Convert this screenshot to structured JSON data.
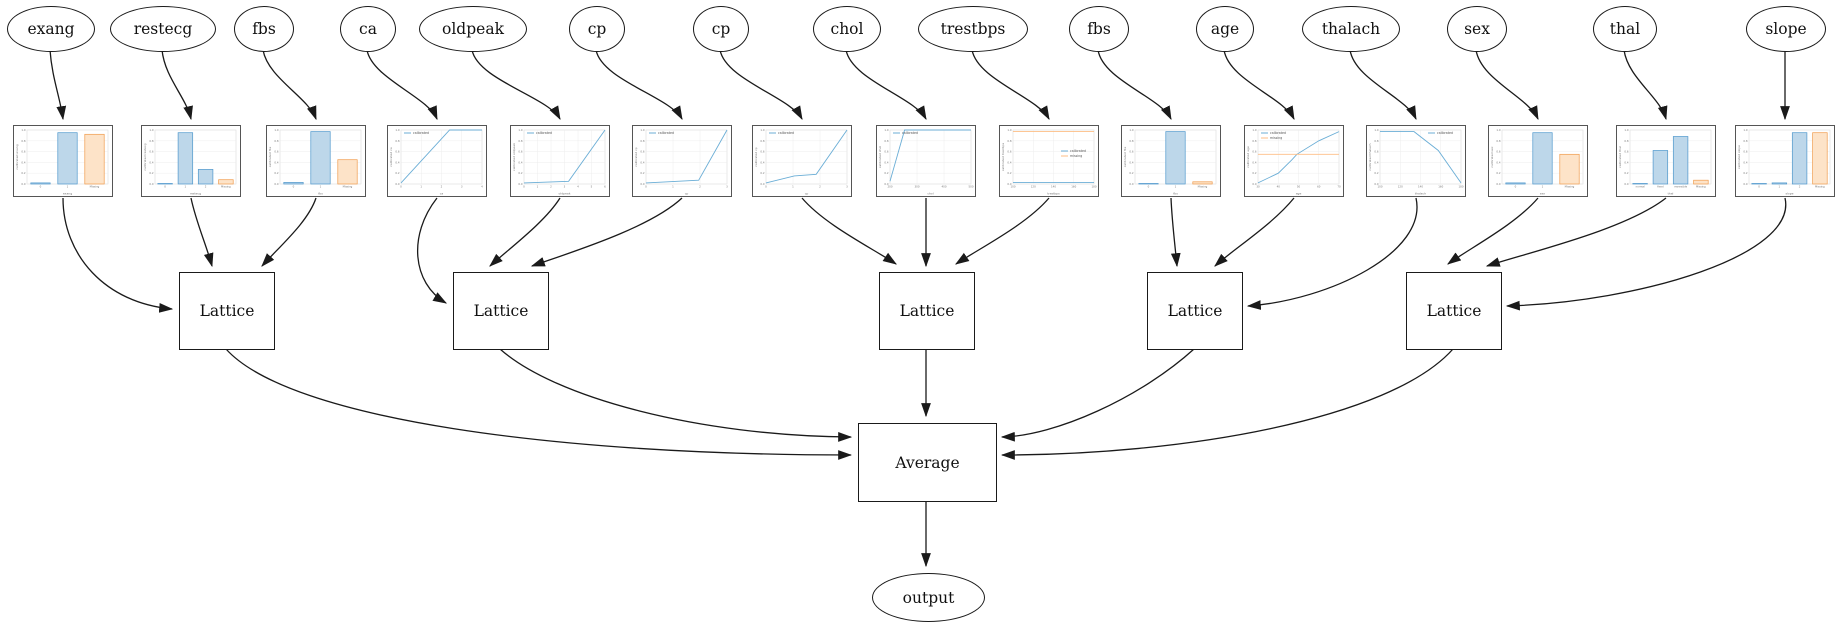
{
  "diagram": {
    "features": [
      {
        "label": "exang"
      },
      {
        "label": "restecg"
      },
      {
        "label": "fbs"
      },
      {
        "label": "ca"
      },
      {
        "label": "oldpeak"
      },
      {
        "label": "cp"
      },
      {
        "label": "cp"
      },
      {
        "label": "chol"
      },
      {
        "label": "trestbps"
      },
      {
        "label": "fbs"
      },
      {
        "label": "age"
      },
      {
        "label": "thalach"
      },
      {
        "label": "sex"
      },
      {
        "label": "thal"
      },
      {
        "label": "slope"
      }
    ],
    "lattices": [
      {
        "label": "Lattice"
      },
      {
        "label": "Lattice"
      },
      {
        "label": "Lattice"
      },
      {
        "label": "Lattice"
      },
      {
        "label": "Lattice"
      }
    ],
    "average": {
      "label": "Average"
    },
    "output": {
      "label": "output"
    }
  },
  "chart_defaults": {
    "ylim": [
      0,
      1
    ],
    "yticks": [
      "0.0",
      "0.2",
      "0.4",
      "0.6",
      "0.8",
      "1.0"
    ],
    "grid": true,
    "calibrated_series_name": "calibrated",
    "missing_series_name": "missing"
  },
  "chart_data": [
    {
      "feature": "exang",
      "type": "bar",
      "categories": [
        "0",
        "1",
        "Missing"
      ],
      "values": [
        0.02,
        0.95,
        0.92
      ],
      "missing_index": 2,
      "xlabel": "exang",
      "ylabel": "calibrated exang"
    },
    {
      "feature": "restecg",
      "type": "bar",
      "categories": [
        "0",
        "1",
        "2",
        "Missing"
      ],
      "values": [
        0.01,
        0.95,
        0.27,
        0.08
      ],
      "missing_index": 3,
      "xlabel": "restecg",
      "ylabel": "calibrated restecg"
    },
    {
      "feature": "fbs",
      "type": "bar",
      "categories": [
        "0",
        "1",
        "Missing"
      ],
      "values": [
        0.03,
        0.97,
        0.45
      ],
      "missing_index": 2,
      "xlabel": "fbs",
      "ylabel": "calibrated fbs"
    },
    {
      "feature": "ca",
      "type": "line",
      "xticks": [
        "0",
        "1",
        "2",
        "3",
        "4"
      ],
      "legend": "ul",
      "series": [
        {
          "name": "calibrated",
          "color": "blue",
          "points": [
            [
              0,
              0.02
            ],
            [
              0.6,
              1.0
            ],
            [
              1,
              1.0
            ]
          ]
        }
      ],
      "xlabel": "ca",
      "ylabel": "calibrated ca"
    },
    {
      "feature": "oldpeak",
      "type": "line",
      "xticks": [
        "0",
        "1",
        "2",
        "3",
        "4",
        "5",
        "6"
      ],
      "legend": "ul",
      "series": [
        {
          "name": "calibrated",
          "color": "blue",
          "points": [
            [
              0,
              0.02
            ],
            [
              0.55,
              0.05
            ],
            [
              1,
              1.0
            ]
          ]
        }
      ],
      "xlabel": "oldpeak",
      "ylabel": "calibrated oldpeak"
    },
    {
      "feature": "cp",
      "type": "line",
      "xticks": [
        "0",
        "1",
        "2",
        "3"
      ],
      "legend": "ul",
      "series": [
        {
          "name": "calibrated",
          "color": "blue",
          "points": [
            [
              0,
              0.02
            ],
            [
              0.65,
              0.07
            ],
            [
              1,
              1.0
            ]
          ]
        }
      ],
      "xlabel": "cp",
      "ylabel": "calibrated cp"
    },
    {
      "feature": "cp",
      "type": "line",
      "xticks": [
        "0",
        "1",
        "2",
        "3"
      ],
      "legend": "ul",
      "series": [
        {
          "name": "calibrated",
          "color": "blue",
          "points": [
            [
              0,
              0.02
            ],
            [
              0.35,
              0.15
            ],
            [
              0.62,
              0.18
            ],
            [
              1,
              1.0
            ]
          ]
        }
      ],
      "xlabel": "cp",
      "ylabel": "calibrated cp"
    },
    {
      "feature": "chol",
      "type": "line",
      "xticks": [
        "200",
        "300",
        "400",
        "500"
      ],
      "legend": "ul",
      "series": [
        {
          "name": "calibrated",
          "color": "blue",
          "points": [
            [
              0,
              0.05
            ],
            [
              0.18,
              1.0
            ],
            [
              1,
              1.0
            ]
          ]
        }
      ],
      "xlabel": "chol",
      "ylabel": "calibrated chol"
    },
    {
      "feature": "trestbps",
      "type": "line",
      "xticks": [
        "100",
        "120",
        "140",
        "160",
        "180"
      ],
      "legend": "cr",
      "series": [
        {
          "name": "calibrated",
          "color": "blue",
          "points": [
            [
              0,
              0.03
            ],
            [
              1,
              0.03
            ]
          ]
        },
        {
          "name": "missing",
          "color": "orange",
          "points": [
            [
              0,
              0.97
            ],
            [
              1,
              0.97
            ]
          ]
        }
      ],
      "xlabel": "trestbps",
      "ylabel": "calibrated trestbps"
    },
    {
      "feature": "fbs",
      "type": "bar",
      "categories": [
        "0",
        "1",
        "Missing"
      ],
      "values": [
        0.01,
        0.97,
        0.04
      ],
      "missing_index": 2,
      "xlabel": "fbs",
      "ylabel": "calibrated fbs"
    },
    {
      "feature": "age",
      "type": "line",
      "xticks": [
        "30",
        "40",
        "50",
        "60",
        "70"
      ],
      "legend": "ul",
      "series": [
        {
          "name": "calibrated",
          "color": "blue",
          "points": [
            [
              0,
              0.02
            ],
            [
              0.25,
              0.2
            ],
            [
              0.42,
              0.45
            ],
            [
              0.48,
              0.55
            ],
            [
              0.75,
              0.8
            ],
            [
              1,
              0.97
            ]
          ]
        },
        {
          "name": "missing",
          "color": "orange",
          "points": [
            [
              0,
              0.55
            ],
            [
              1,
              0.55
            ]
          ]
        }
      ],
      "xlabel": "age",
      "ylabel": "calibrated age"
    },
    {
      "feature": "thalach",
      "type": "line",
      "xticks": [
        "100",
        "120",
        "140",
        "160",
        "180"
      ],
      "legend": "ur",
      "series": [
        {
          "name": "calibrated",
          "color": "blue",
          "points": [
            [
              0,
              0.97
            ],
            [
              0.42,
              0.97
            ],
            [
              0.72,
              0.62
            ],
            [
              1,
              0.02
            ]
          ]
        }
      ],
      "xlabel": "thalach",
      "ylabel": "calibrated thalach"
    },
    {
      "feature": "sex",
      "type": "bar",
      "categories": [
        "0",
        "1",
        "Missing"
      ],
      "values": [
        0.02,
        0.95,
        0.55
      ],
      "missing_index": 2,
      "xlabel": "sex",
      "ylabel": "calibrated sex"
    },
    {
      "feature": "thal",
      "type": "bar",
      "categories": [
        "normal",
        "fixed",
        "reversible",
        "Missing"
      ],
      "values": [
        0.01,
        0.62,
        0.88,
        0.07
      ],
      "missing_index": 3,
      "xlabel": "thal",
      "ylabel": "calibrated thal"
    },
    {
      "feature": "slope",
      "type": "bar",
      "categories": [
        "0",
        "1",
        "2",
        "Missing"
      ],
      "values": [
        0.01,
        0.02,
        0.95,
        0.95
      ],
      "missing_index": 3,
      "xlabel": "slope",
      "ylabel": "calibrated slope"
    }
  ],
  "colors": {
    "line_blue": "#6baed6",
    "line_orange": "#fdbe85",
    "bar_blue_fill": "#bdd7ea",
    "bar_blue_edge": "#4f97cc",
    "bar_orange_fill": "#fde3c8",
    "bar_orange_edge": "#f09b4c",
    "grid": "#eaeaea",
    "axis_text": "#777777",
    "edge": "#1a1a1a"
  }
}
